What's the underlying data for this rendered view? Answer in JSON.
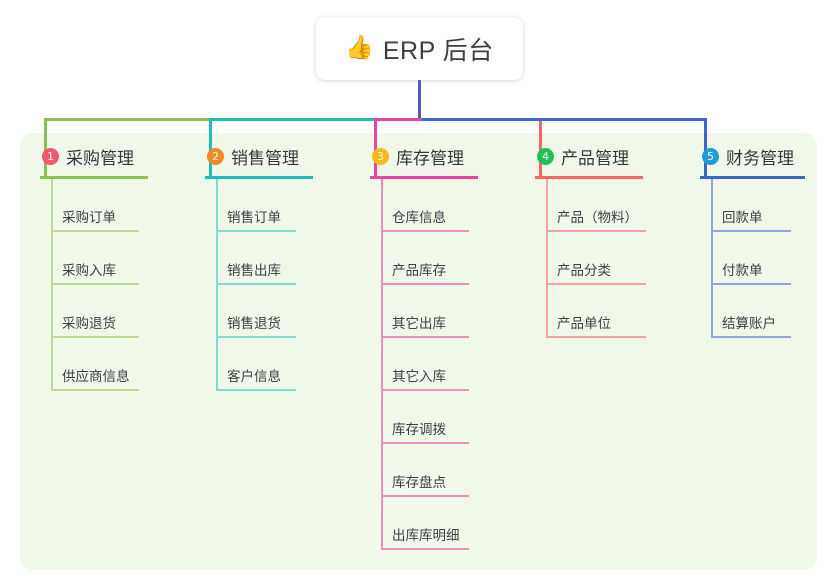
{
  "root": {
    "icon": "thumbs-up",
    "icon_glyph": "👍",
    "title": "ERP 后台"
  },
  "palette": {
    "panel_bg": "#f0f8ea",
    "page_bg": "#ffffff",
    "root_stem": "#4e58c8",
    "text": "#3a3f45"
  },
  "columns": [
    {
      "index": "1",
      "title": "采购管理",
      "badge_color": "#f4586e",
      "line_color": "#8cc152",
      "item_line_color": "#b9dc93",
      "items": [
        "采购订单",
        "采购入库",
        "采购退货",
        "供应商信息"
      ]
    },
    {
      "index": "2",
      "title": "销售管理",
      "badge_color": "#f5891f",
      "line_color": "#19c0b8",
      "item_line_color": "#86d8d2",
      "items": [
        "销售订单",
        "销售出库",
        "销售退货",
        "客户信息"
      ]
    },
    {
      "index": "3",
      "title": "库存管理",
      "badge_color": "#fbb917",
      "line_color": "#ea44a0",
      "item_line_color": "#f18cc2",
      "items": [
        "仓库信息",
        "产品库存",
        "其它出库",
        "其它入库",
        "库存调拨",
        "库存盘点",
        "出库库明细"
      ]
    },
    {
      "index": "4",
      "title": "产品管理",
      "badge_color": "#20bf55",
      "line_color": "#fa6464",
      "item_line_color": "#f9a0a0",
      "items": [
        "产品（物料）",
        "产品分类",
        "产品单位"
      ]
    },
    {
      "index": "5",
      "title": "财务管理",
      "badge_color": "#1e9ddb",
      "line_color": "#3e64cc",
      "item_line_color": "#8fa6e0",
      "items": [
        "回款单",
        "付款单",
        "结算账户"
      ]
    }
  ]
}
